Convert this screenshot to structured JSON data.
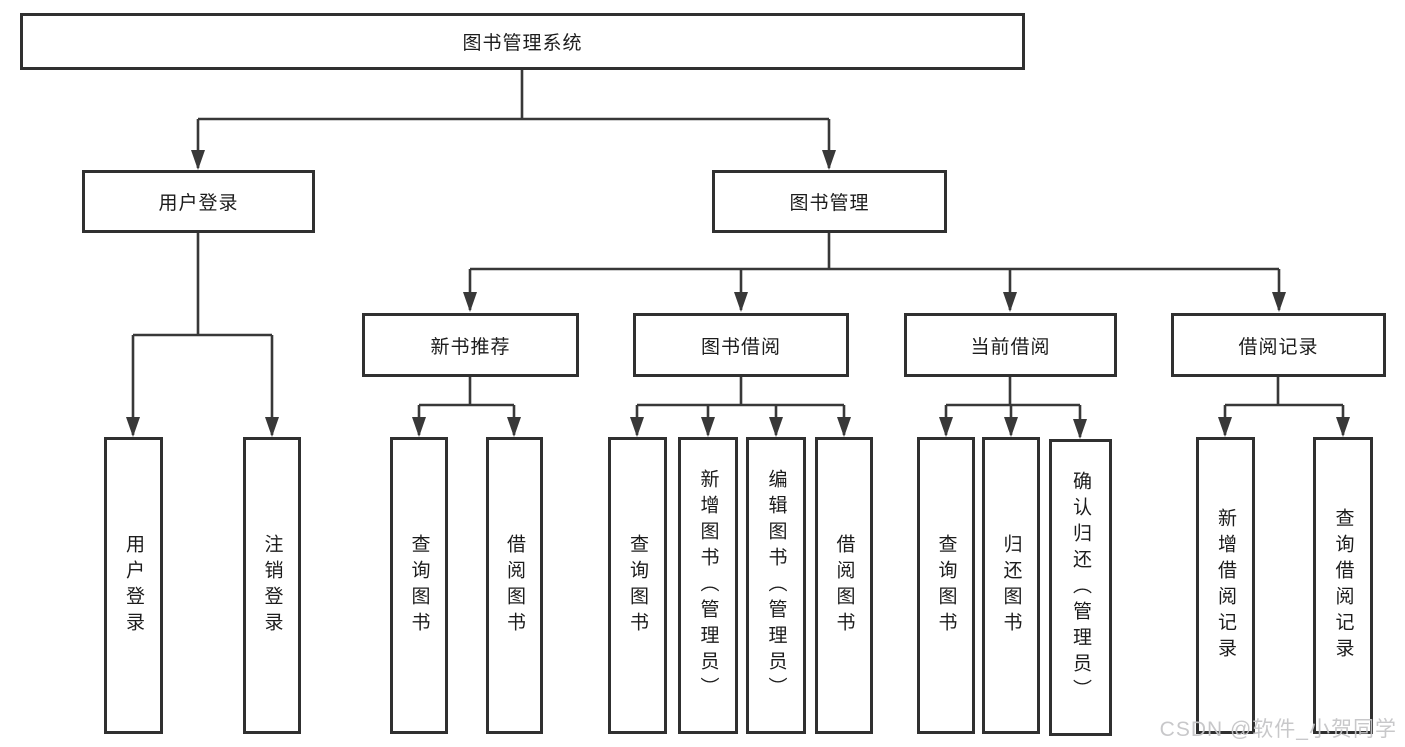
{
  "diagram": {
    "root": {
      "label": "图书管理系统"
    },
    "level2": {
      "user_login": {
        "label": "用户登录"
      },
      "book_management": {
        "label": "图书管理"
      }
    },
    "level3": {
      "new_book_recommend": {
        "label": "新书推荐"
      },
      "book_borrow": {
        "label": "图书借阅"
      },
      "current_borrow": {
        "label": "当前借阅"
      },
      "borrow_record": {
        "label": "借阅记录"
      }
    },
    "children": {
      "user_login": [
        "用户登录",
        "注销登录"
      ],
      "new_book_recommend": [
        "查询图书",
        "借阅图书"
      ],
      "book_borrow": [
        "查询图书",
        "新增图书（管理员）",
        "编辑图书（管理员）",
        "借阅图书"
      ],
      "current_borrow": [
        "查询图书",
        "归还图书",
        "确认归还（管理员）"
      ],
      "borrow_record": [
        "新增借阅记录",
        "查询借阅记录"
      ]
    }
  },
  "watermark": {
    "text": "CSDN @软件_小贺同学"
  },
  "colors": {
    "line": "#383838",
    "box_border": "#303030",
    "text": "#1c1c1c",
    "background": "#ffffff",
    "watermark": "#c5c5c7"
  }
}
